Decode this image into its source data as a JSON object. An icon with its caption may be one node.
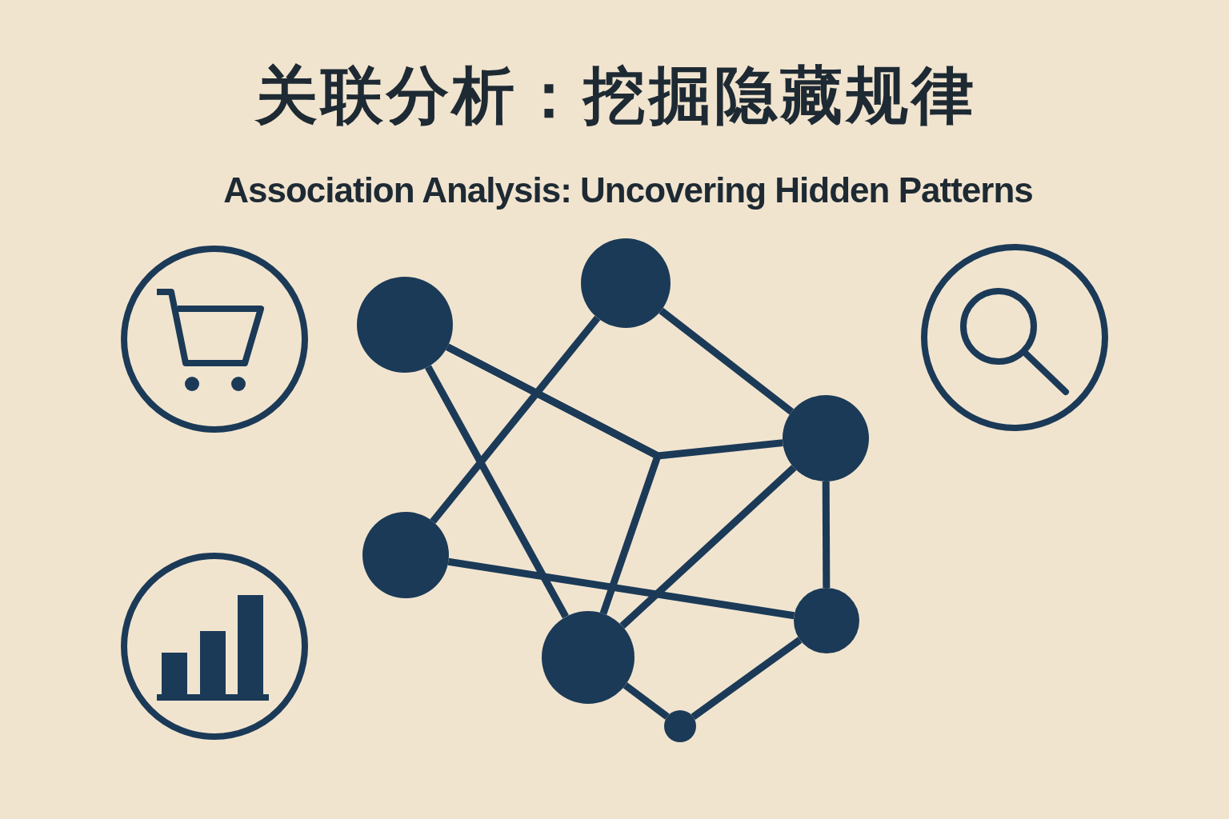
{
  "diagram": {
    "title": "关联分析：挖掘隐藏规律",
    "nodes": [
      {
        "text": [],
        "shape": "circle"
      },
      {
        "text": [],
        "shape": "circle"
      },
      {
        "text": [],
        "shape": "circle"
      },
      {
        "text": [],
        "shape": "circle"
      },
      {
        "text": [],
        "shape": "circle"
      },
      {
        "text": [],
        "shape": "circle"
      },
      {
        "text": [],
        "shape": "circle"
      }
    ],
    "edges": [
      {
        "from": 0,
        "to": 2,
        "arrow": "none"
      },
      {
        "from": 0,
        "to": 5,
        "arrow": "none"
      },
      {
        "from": 0,
        "to": 5,
        "arrow": "none"
      },
      {
        "from": 1,
        "to": 3,
        "arrow": "none"
      },
      {
        "from": 1,
        "to": 2,
        "arrow": "none"
      },
      {
        "from": 3,
        "to": 4,
        "arrow": "none"
      },
      {
        "from": 2,
        "to": 4,
        "arrow": "none"
      },
      {
        "from": 2,
        "to": 5,
        "arrow": "none"
      },
      {
        "from": 5,
        "to": 6,
        "arrow": "none"
      },
      {
        "from": 6,
        "to": 4,
        "arrow": "none"
      }
    ],
    "labels": [
      "Association Analysis: Uncovering Hidden Patterns"
    ]
  }
}
